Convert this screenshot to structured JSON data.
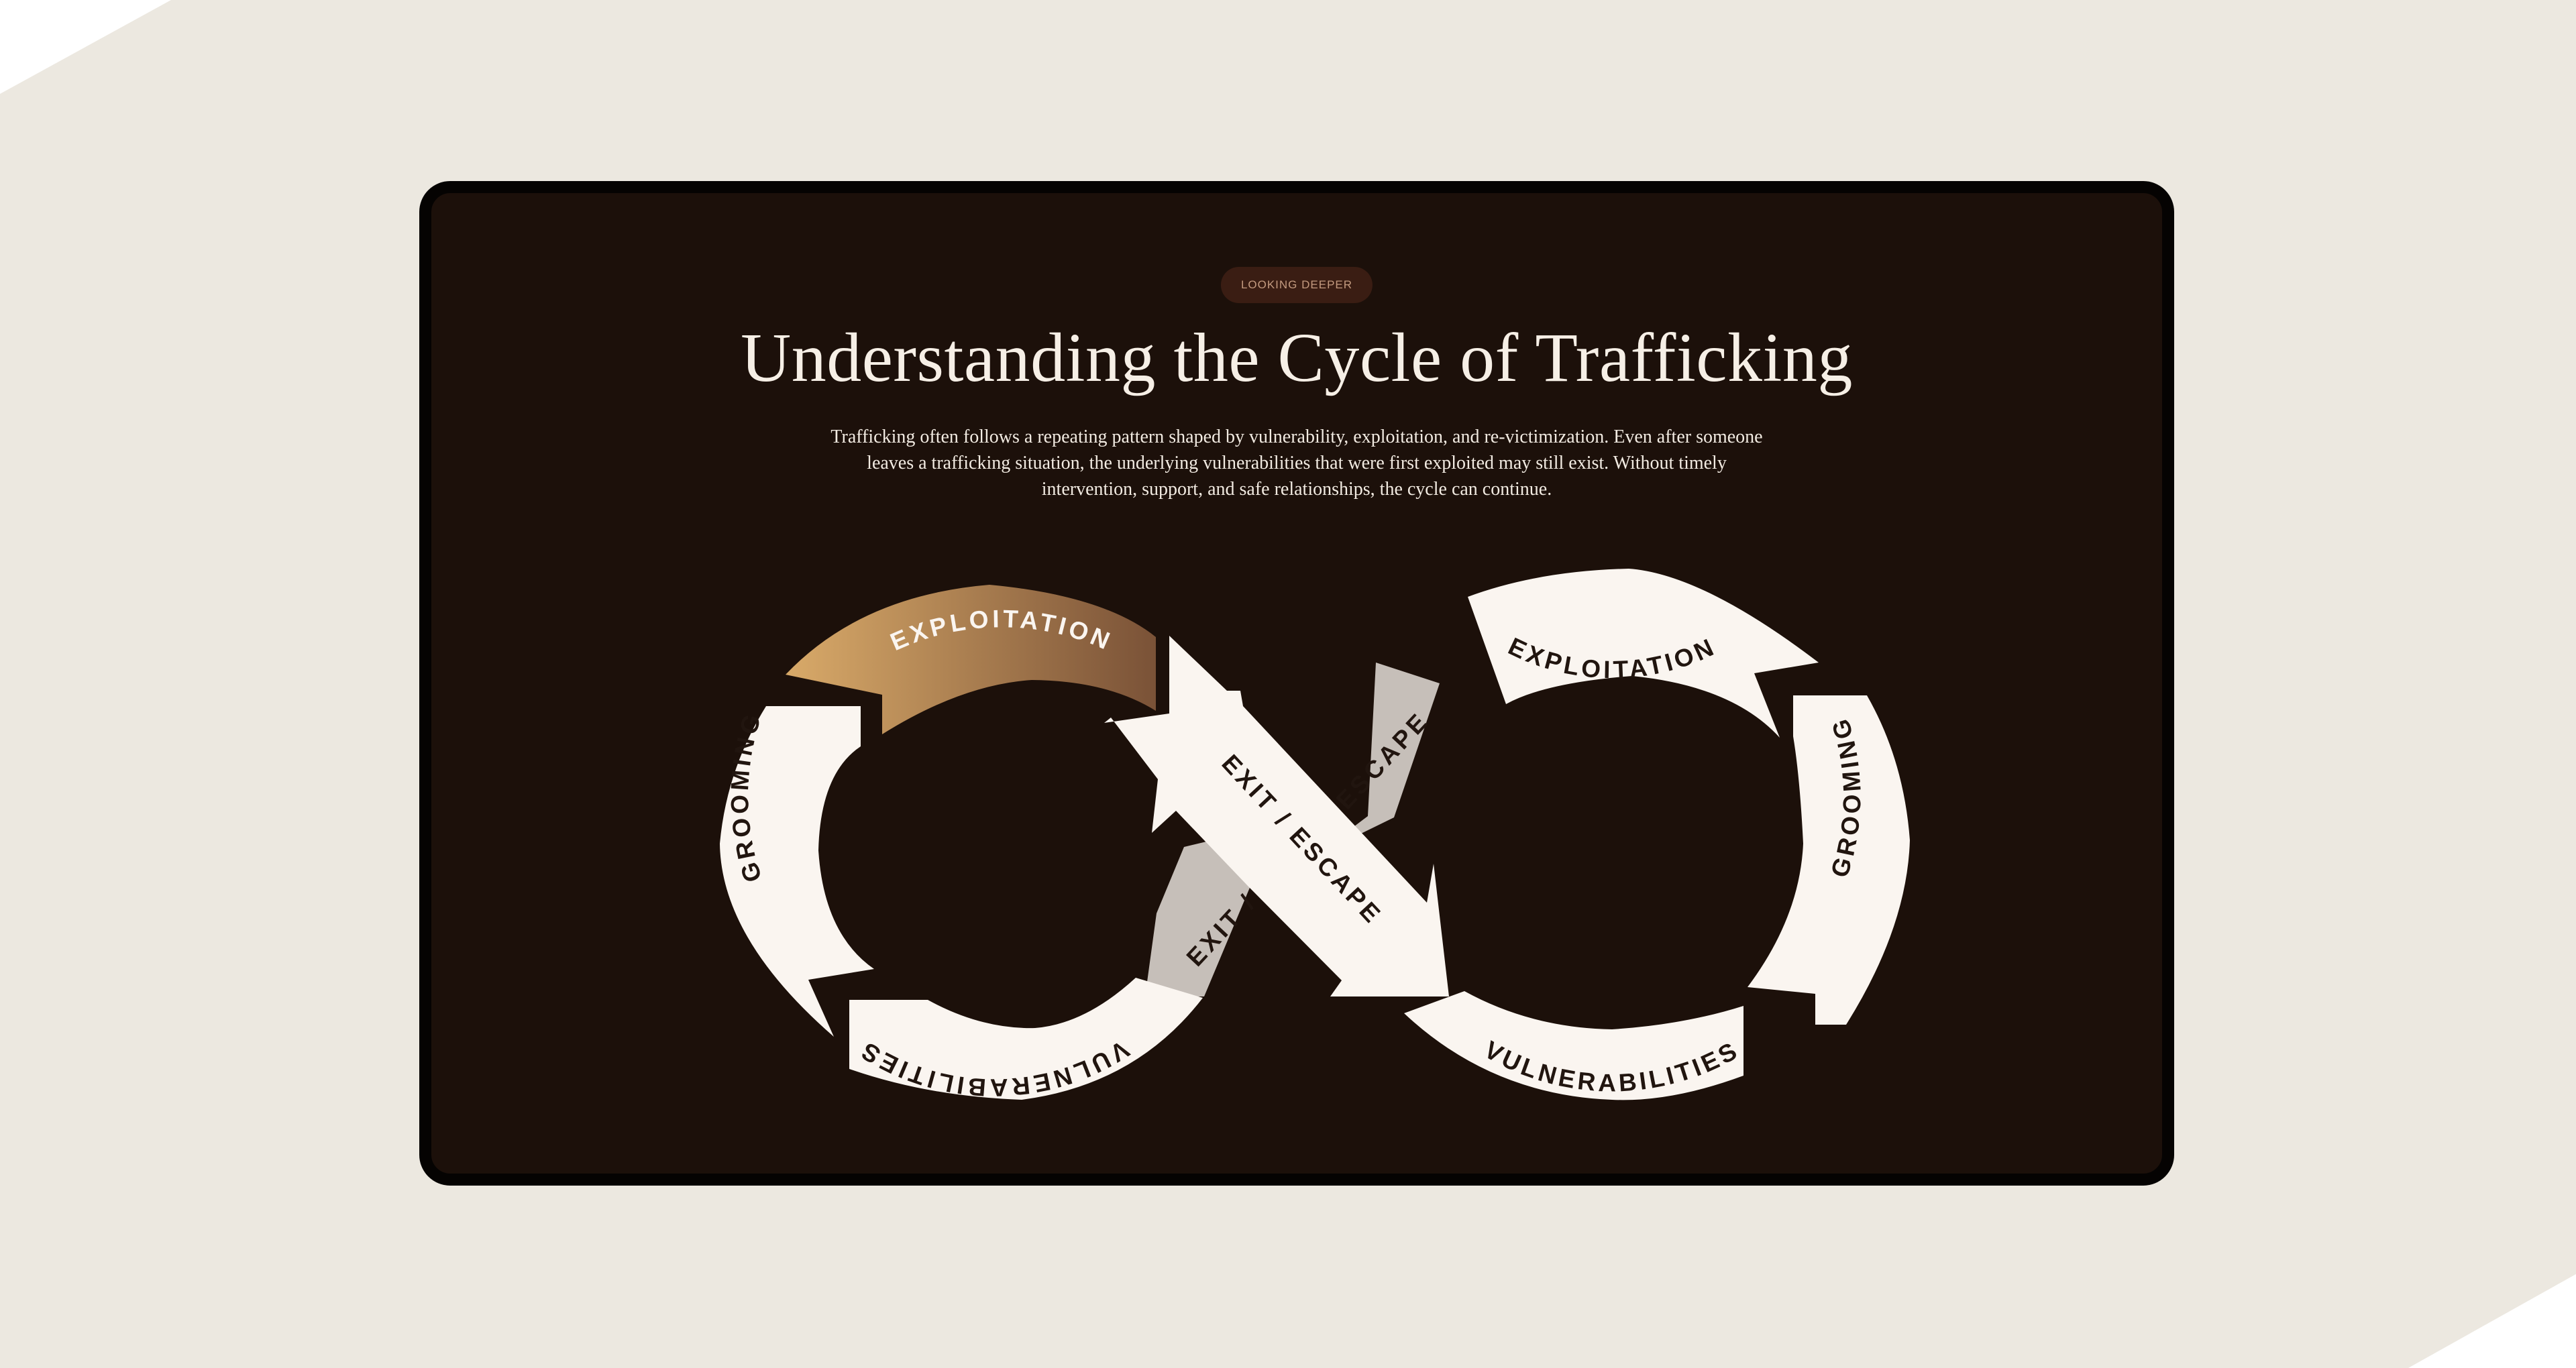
{
  "badge": "LOOKING DEEPER",
  "title": "Understanding the Cycle of Trafficking",
  "intro": "Trafficking often follows a repeating pattern shaped by vulnerability, exploitation, and re-victimization. Even after someone leaves a trafficking situation, the underlying vulnerabilities that were first exploited may still exist. Without timely intervention, support, and safe relationships, the cycle can continue.",
  "diagram": {
    "left_loop": {
      "exploitation": "EXPLOITATION",
      "grooming": "GROOMING",
      "vulnerabilities": "VULNERABILITIES"
    },
    "right_loop": {
      "exploitation": "EXPLOITATION",
      "grooming": "GROOMING",
      "vulnerabilities": "VULNERABILITIES"
    },
    "cross_front": "EXIT / ESCAPE",
    "cross_back_upper": "ESCAPE",
    "cross_back_lower": "EXIT /"
  },
  "colors": {
    "page_background": "#ece8e0",
    "card_background": "#1c100a",
    "segment_fill": "#faf5f0",
    "segment_text": "#21150f",
    "back_arrow_fill": "#c6bfb9",
    "highlight_start": "#d9aa69",
    "highlight_end": "#7a5237",
    "badge_background": "#3a1d13",
    "badge_text": "#c39a7f",
    "title_text": "#f6efe6"
  }
}
